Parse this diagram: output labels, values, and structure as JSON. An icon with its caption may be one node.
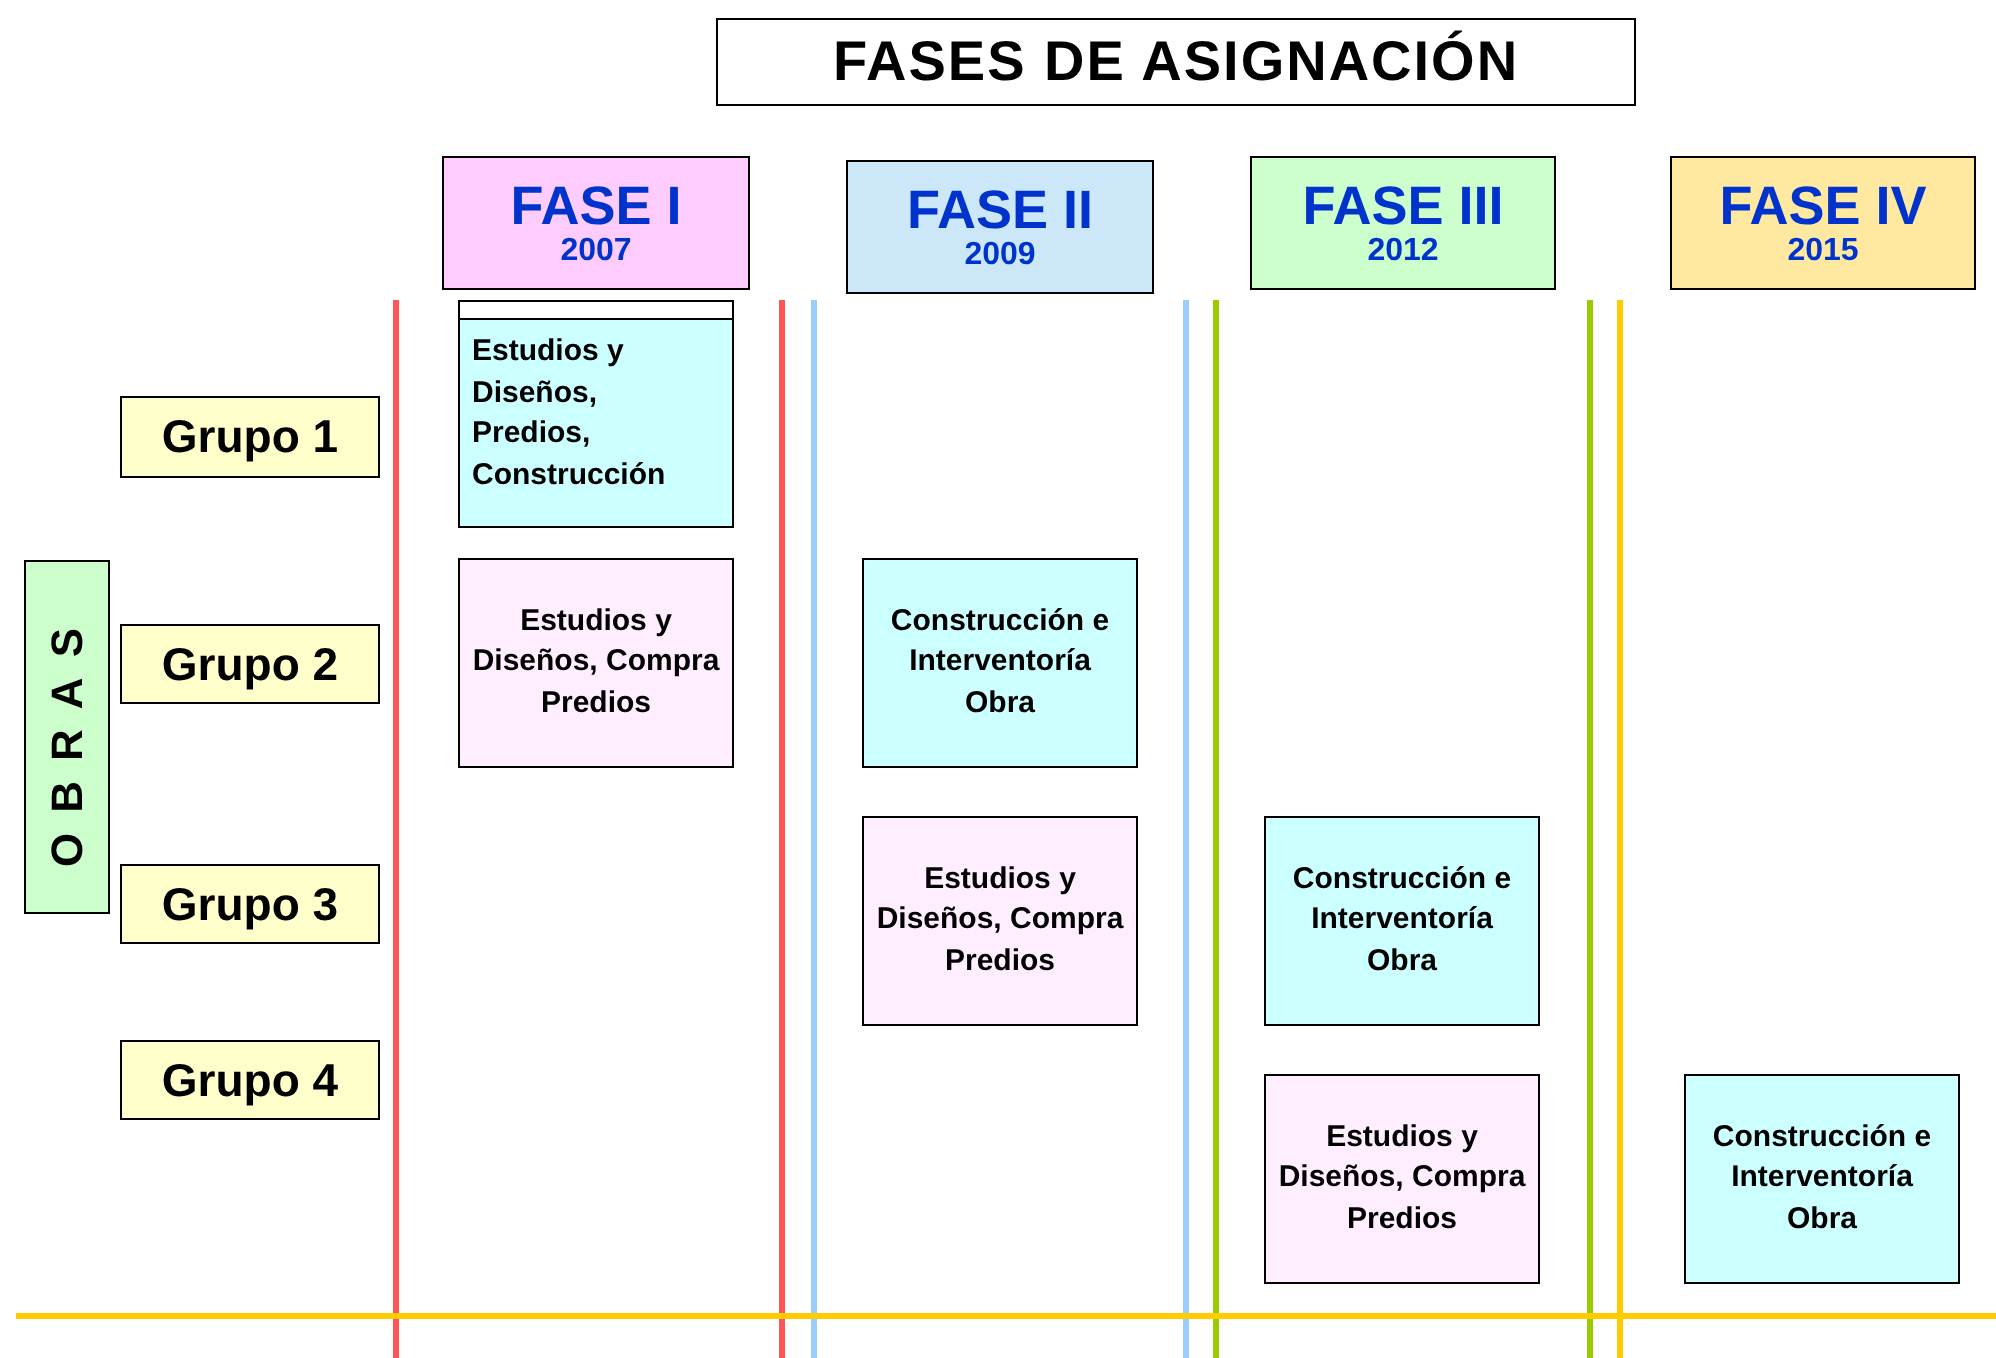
{
  "diagram": {
    "title": "FASES DE ASIGNACIÓN",
    "nodes": [
      {
        "text": [
          "FASE I",
          "2007"
        ]
      },
      {
        "text": [
          "FASE II",
          "2009"
        ]
      },
      {
        "text": [
          "FASE III",
          "2012"
        ]
      },
      {
        "text": [
          "FASE IV",
          "2015"
        ]
      },
      {
        "text": [
          "OBRAS"
        ]
      },
      {
        "text": [
          "Grupo 1"
        ]
      },
      {
        "text": [
          "Estudios y Diseños, Predios, Construcción"
        ]
      },
      {
        "text": [
          "Grupo 2"
        ]
      },
      {
        "text": [
          "Estudios y Diseños, Compra Predios"
        ]
      },
      {
        "text": [
          "Construcción e Interventoría Obra"
        ]
      },
      {
        "text": [
          "Grupo 3"
        ]
      },
      {
        "text": [
          "Estudios y Diseños, Compra Predios"
        ]
      },
      {
        "text": [
          "Construcción e Interventoría Obra"
        ]
      },
      {
        "text": [
          "Grupo 4"
        ]
      },
      {
        "text": [
          "Estudios y Diseños, Compra Predios"
        ]
      },
      {
        "text": [
          "Construcción e Interventoría Obra"
        ]
      }
    ]
  }
}
